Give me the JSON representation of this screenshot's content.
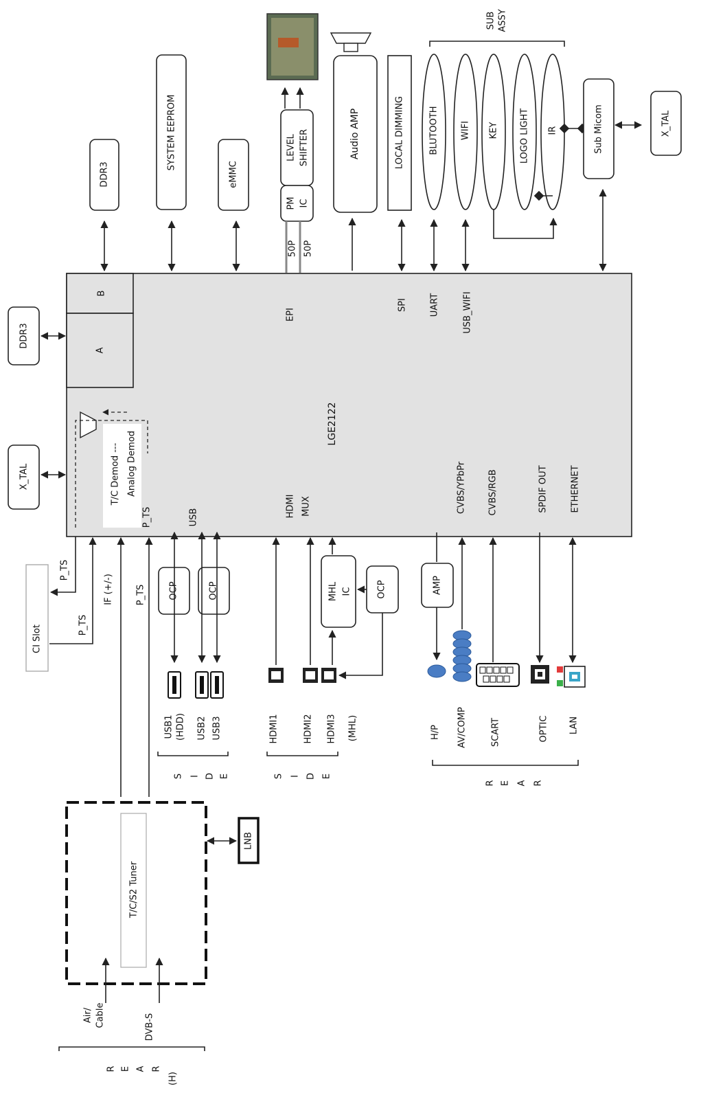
{
  "main_chip": {
    "name": "LGE2122",
    "block_a": "A",
    "block_b": "B"
  },
  "top": {
    "ddr3": "DDR3",
    "system_eeprom": "SYSTEM EEPROM",
    "emmc": "eMMC",
    "level_shifter": [
      "LEVEL",
      "SHIFTER"
    ],
    "pm_ic": [
      "PM",
      "IC"
    ],
    "fifty_p": [
      "50P",
      "50P"
    ],
    "audio_amp": "Audio AMP",
    "local_dimming": "LOCAL DIMMING",
    "sub_assy": [
      "SUB",
      "ASSY"
    ],
    "sub_items": [
      "BLUTOOTH",
      "WIFI",
      "KEY",
      "LOGO LIGHT",
      "IR"
    ],
    "sub_micom": "Sub Micom",
    "xtal_right": "X_TAL"
  },
  "left": {
    "ddr3": "DDR3",
    "xtal": "X_TAL",
    "ci_slot": "CI Slot"
  },
  "chip_labels": {
    "epi": "EPI",
    "spi": "SPI",
    "uart": "UART",
    "usb_wifi": "USB_WIFI",
    "demod_line1": "T/C  Demod ---",
    "demod_line2": "Analog Demod",
    "p_ts": "P_TS",
    "usb": "USB",
    "hdmi_mux": [
      "HDMI",
      "MUX"
    ],
    "cvbs_ypbpr": "CVBS/YPbPr",
    "cvbs_rgb": "CVBS/RGB",
    "spdif_out": "SPDIF OUT",
    "ethernet": "ETHERNET"
  },
  "bottom": {
    "p_ts_a": "P_TS",
    "p_ts_b": "P_TS",
    "p_ts_c": "P_TS",
    "if": "IF (+/-)",
    "ocp": "OCP",
    "mhl_ic": [
      "MHL",
      "IC"
    ],
    "amp": "AMP",
    "usb1": [
      "USB1",
      "(HDD)"
    ],
    "usb23": [
      "USB2",
      "USB3"
    ],
    "hdmi1": "HDMI1",
    "hdmi2": "HDMI2",
    "hdmi3": "HDMI3",
    "mhl": "(MHL)",
    "hp": "H/P",
    "av_comp": "AV/COMP",
    "scart": "SCART",
    "optic": "OPTIC",
    "lan": "LAN",
    "side_usb": "S I D E",
    "side_hdmi": "S I D E",
    "rear": "R E A R"
  },
  "tuner": {
    "name": "T/C/S2  Tuner",
    "lnb": "LNB",
    "air_cable": [
      "Air/",
      "Cable"
    ],
    "dvbs": "DVB-S",
    "rear_h": [
      "R",
      "E",
      "A",
      "R",
      "(H)"
    ]
  }
}
